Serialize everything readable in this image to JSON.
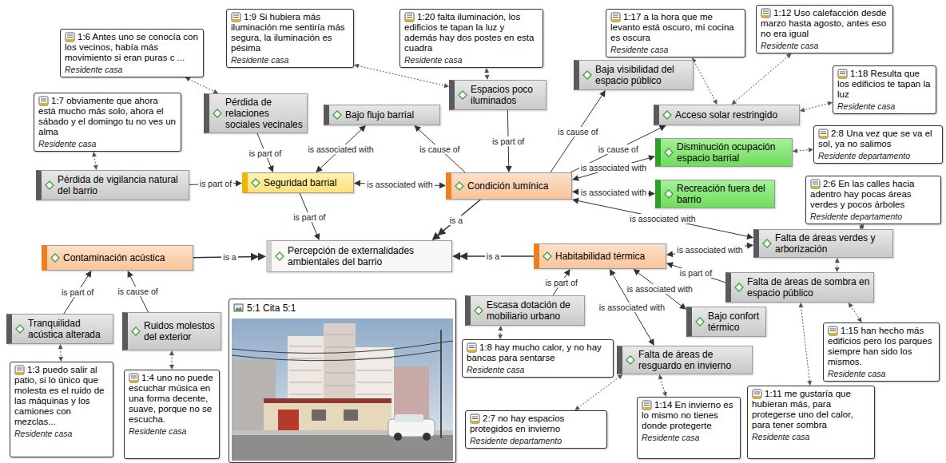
{
  "diagram": {
    "nodes": [
      {
        "text": [
          "1:6 Antes uno se conocía con los vecinos, había más movimiento si eran puras c ...",
          "Residente casa"
        ]
      },
      {
        "text": [
          "1:9 Si hubiera más iluminación me sentiría más segura, la iluminación es pésima",
          "Residente casa"
        ]
      },
      {
        "text": [
          "1:20 falta iluminación, los edificios te tapan la luz y además hay dos postes en esta cuadra",
          "Residente casa"
        ]
      },
      {
        "text": [
          "1:17 a la hora que me levanto está oscuro, mi cocina es oscura",
          "Residente casa"
        ]
      },
      {
        "text": [
          "1:12 Uso calefacción desde marzo hasta agosto, antes eso no era igual",
          "Residente casa"
        ]
      },
      {
        "text": [
          "1:7 obviamente que ahora está mucho más solo, ahora el sábado y el domingo tu no ves un alma",
          "Residente casa"
        ]
      },
      {
        "text": [
          "Pérdida de relaciones sociales vecinales"
        ]
      },
      {
        "text": [
          "Espacios poco iluminados"
        ]
      },
      {
        "text": [
          "Baja visibilidad del espacio público"
        ]
      },
      {
        "text": [
          "Bajo flujo barrial"
        ]
      },
      {
        "text": [
          "Acceso solar restringido"
        ]
      },
      {
        "text": [
          "1:18 Resulta que los edificios te tapan la luz",
          "Residente casa"
        ]
      },
      {
        "text": [
          "Disminución ocupación espacio barrial"
        ]
      },
      {
        "text": [
          "2:8 Una vez que se va el sol, ya no salimos",
          "Residente departamento"
        ]
      },
      {
        "text": [
          "Pérdida de vigilancia natural del barrio"
        ]
      },
      {
        "text": [
          "Seguridad barrial"
        ]
      },
      {
        "text": [
          "Condición lumínica"
        ]
      },
      {
        "text": [
          "Recreación fuera del barrio"
        ]
      },
      {
        "text": [
          "2:6 En las calles hacia adentro hay pocas áreas verdes y pocos árboles",
          "Residente departamento"
        ]
      },
      {
        "text": [
          "Contaminación acústica"
        ]
      },
      {
        "text": [
          "Percepción de externalidades ambientales del barrio"
        ]
      },
      {
        "text": [
          "Habitabilidad térmica"
        ]
      },
      {
        "text": [
          "Falta de áreas verdes y arborización"
        ]
      },
      {
        "text": [
          "Falta de áreas de sombra en espacio público"
        ]
      },
      {
        "text": [
          "Escasa dotación de mobiliario urbano"
        ]
      },
      {
        "text": [
          "Bajo confort térmico"
        ]
      },
      {
        "text": [
          "Tranquilidad acústica alterada"
        ]
      },
      {
        "text": [
          "Ruidos molestos del exterior"
        ]
      },
      {
        "text": [
          "5:1 Cita 5:1"
        ]
      },
      {
        "text": [
          "1:8 hay mucho calor, y no hay bancas para sentarse",
          "Residente casa"
        ]
      },
      {
        "text": [
          "Falta de áreas de resguardo en invierno"
        ]
      },
      {
        "text": [
          "1:15 han hecho más edificios pero los parques siempre han sido los mismos.",
          "Residente casa"
        ]
      },
      {
        "text": [
          "2:7 no hay espacios protegidos en invierno",
          "Residente departamento"
        ]
      },
      {
        "text": [
          "1:14 En invierno es lo mismo no tienes donde protegerte",
          "Residente casa"
        ]
      },
      {
        "text": [
          "1:11 me gustaría que hubieran más, para protegerse uno del calor, para tener sombra",
          "Residente casa"
        ]
      },
      {
        "text": [
          "1:3 puedo salir al patio, si lo único que molesta es el ruido de las máquinas y los camiones con mezclas...",
          "Residente casa"
        ]
      },
      {
        "text": [
          "1:4 uno no puede escuchar música en una forma decente, suave, porque no se escucha.",
          "Residente casa"
        ]
      }
    ],
    "edges": [
      {
        "from": 0,
        "to": 6,
        "arrow": "both"
      },
      {
        "from": 1,
        "to": 7,
        "arrow": "both"
      },
      {
        "from": 2,
        "to": 7,
        "arrow": "both"
      },
      {
        "from": 3,
        "to": 10,
        "arrow": "both"
      },
      {
        "from": 4,
        "to": 10,
        "arrow": "both"
      },
      {
        "from": 11,
        "to": 10,
        "arrow": "both"
      },
      {
        "from": 5,
        "to": 14,
        "arrow": "both"
      },
      {
        "from": 6,
        "to": 15,
        "label": "is part of",
        "arrow": "to"
      },
      {
        "from": 14,
        "to": 15,
        "label": "is part of",
        "arrow": "to"
      },
      {
        "from": 9,
        "to": 15,
        "label": "is associated with",
        "arrow": "both"
      },
      {
        "from": 16,
        "to": 9,
        "label": "is cause of",
        "arrow": "to"
      },
      {
        "from": 7,
        "to": 16,
        "label": "is part of",
        "arrow": "to"
      },
      {
        "from": 16,
        "to": 8,
        "label": "is cause of",
        "arrow": "to"
      },
      {
        "from": 16,
        "to": 10,
        "label": "is cause of",
        "arrow": "to"
      },
      {
        "from": 15,
        "to": 16,
        "label": "is associated with",
        "arrow": "both"
      },
      {
        "from": 16,
        "to": 12,
        "label": "is associated with",
        "arrow": "both"
      },
      {
        "from": 16,
        "to": 17,
        "label": "is associated with",
        "arrow": "both"
      },
      {
        "from": 12,
        "to": 13,
        "arrow": "both"
      },
      {
        "from": 16,
        "to": 22,
        "label": "is associated with",
        "arrow": "both"
      },
      {
        "from": 15,
        "to": 20,
        "label": "is part of",
        "arrow": "to"
      },
      {
        "from": 16,
        "to": 20,
        "label": "is a",
        "arrow": "to"
      },
      {
        "from": 19,
        "to": 20,
        "label": "is a",
        "arrow": "to"
      },
      {
        "from": 21,
        "to": 20,
        "label": "is a",
        "arrow": "to"
      },
      {
        "from": 21,
        "to": 22,
        "label": "is associated with",
        "arrow": "both"
      },
      {
        "from": 18,
        "to": 22,
        "arrow": "both"
      },
      {
        "from": 22,
        "to": 23,
        "arrow": "both"
      },
      {
        "from": 23,
        "to": 21,
        "label": "is part of",
        "arrow": "to"
      },
      {
        "from": 24,
        "to": 21,
        "label": "is part of",
        "arrow": "to"
      },
      {
        "from": 21,
        "to": 25,
        "label": "is associated with",
        "arrow": "both"
      },
      {
        "from": 21,
        "to": 30,
        "label": "is associated with",
        "arrow": "both"
      },
      {
        "from": 23,
        "to": 31,
        "arrow": "both"
      },
      {
        "from": 23,
        "to": 34,
        "arrow": "both"
      },
      {
        "from": 24,
        "to": 29,
        "arrow": "both"
      },
      {
        "from": 30,
        "to": 32,
        "arrow": "both"
      },
      {
        "from": 30,
        "to": 33,
        "arrow": "both"
      },
      {
        "from": 26,
        "to": 19,
        "label": "is part of",
        "arrow": "to"
      },
      {
        "from": 27,
        "to": 19,
        "label": "is cause of",
        "arrow": "to"
      },
      {
        "from": 26,
        "to": 35,
        "arrow": "both"
      },
      {
        "from": 27,
        "to": 36,
        "arrow": "both"
      }
    ]
  }
}
